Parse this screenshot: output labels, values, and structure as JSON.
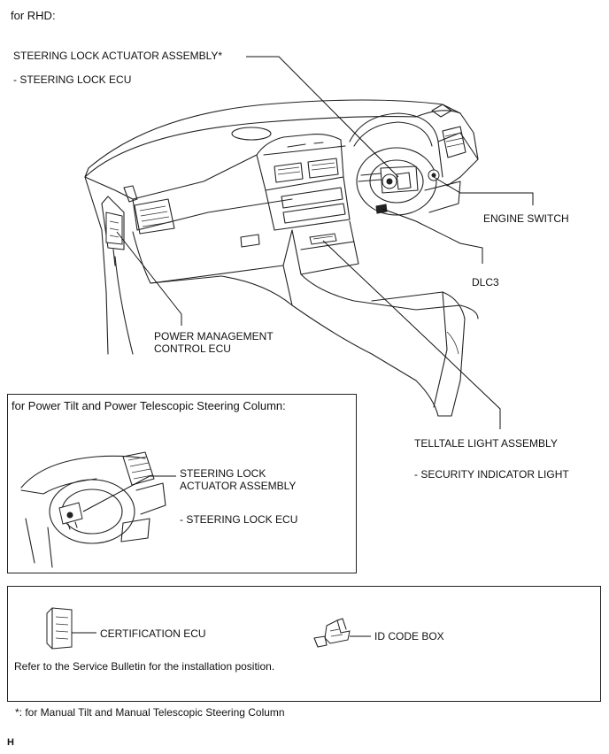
{
  "header": {
    "title": "for RHD:"
  },
  "main_diagram": {
    "labels": {
      "steering_lock_actuator": "STEERING LOCK ACTUATOR ASSEMBLY*",
      "steering_lock_ecu": "- STEERING LOCK ECU",
      "engine_switch": "ENGINE SWITCH",
      "dlc3": "DLC3",
      "power_mgmt_line1": "POWER MANAGEMENT",
      "power_mgmt_line2": "CONTROL ECU",
      "telltale": "TELLTALE LIGHT ASSEMBLY",
      "security_indicator": "- SECURITY INDICATOR LIGHT"
    }
  },
  "inset": {
    "title": "for Power Tilt and Power Telescopic Steering Column:",
    "label_line1": "STEERING LOCK",
    "label_line2": "ACTUATOR ASSEMBLY",
    "sub_label": "- STEERING LOCK ECU"
  },
  "legend_box": {
    "certification_ecu": "CERTIFICATION ECU",
    "id_code_box": "ID CODE BOX",
    "note": "Refer to the Service Bulletin for the installation position."
  },
  "footnote": "*: for Manual Tilt and Manual Telescopic Steering Column",
  "corner_mark": "H"
}
